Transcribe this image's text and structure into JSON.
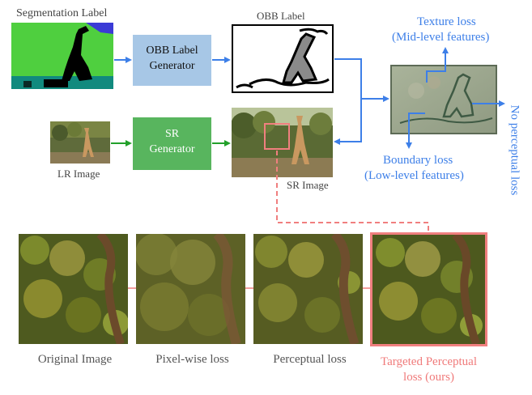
{
  "labels": {
    "segmentation_label": "Segmentation Label",
    "obb_label": "OBB Label",
    "obb_generator_line1": "OBB Label",
    "obb_generator_line2": "Generator",
    "texture_loss_line1": "Texture loss",
    "texture_loss_line2": "(Mid-level features)",
    "no_perceptual_loss": "No perceptual loss",
    "boundary_loss_line1": "Boundary loss",
    "boundary_loss_line2": "(Low-level features)",
    "lr_image": "LR  Image",
    "sr_generator_line1": "SR",
    "sr_generator_line2": "Generator",
    "sr_image": "SR Image"
  },
  "bottom_row": [
    {
      "caption": "Original Image"
    },
    {
      "caption": "Pixel-wise loss"
    },
    {
      "caption": "Perceptual loss"
    },
    {
      "caption_line1": "Targeted Perceptual",
      "caption_line2": "loss (ours)"
    }
  ],
  "colors": {
    "arrow_blue": "#3d7fe8",
    "arrow_green": "#22a02a",
    "highlight_red": "#f07f7f",
    "obb_generator_fill": "#a7c7e6",
    "sr_generator_fill": "#58b55e",
    "caption_gray": "#555555",
    "caption_red": "#f07a7a",
    "label_blue": "#3d7fe8"
  },
  "icons": {
    "segmentation": "segmentation-map-image",
    "obb": "obb-label-image",
    "merged": "merged-loss-map-image",
    "lr": "lr-giraffe-photo",
    "sr": "sr-giraffe-photo"
  }
}
